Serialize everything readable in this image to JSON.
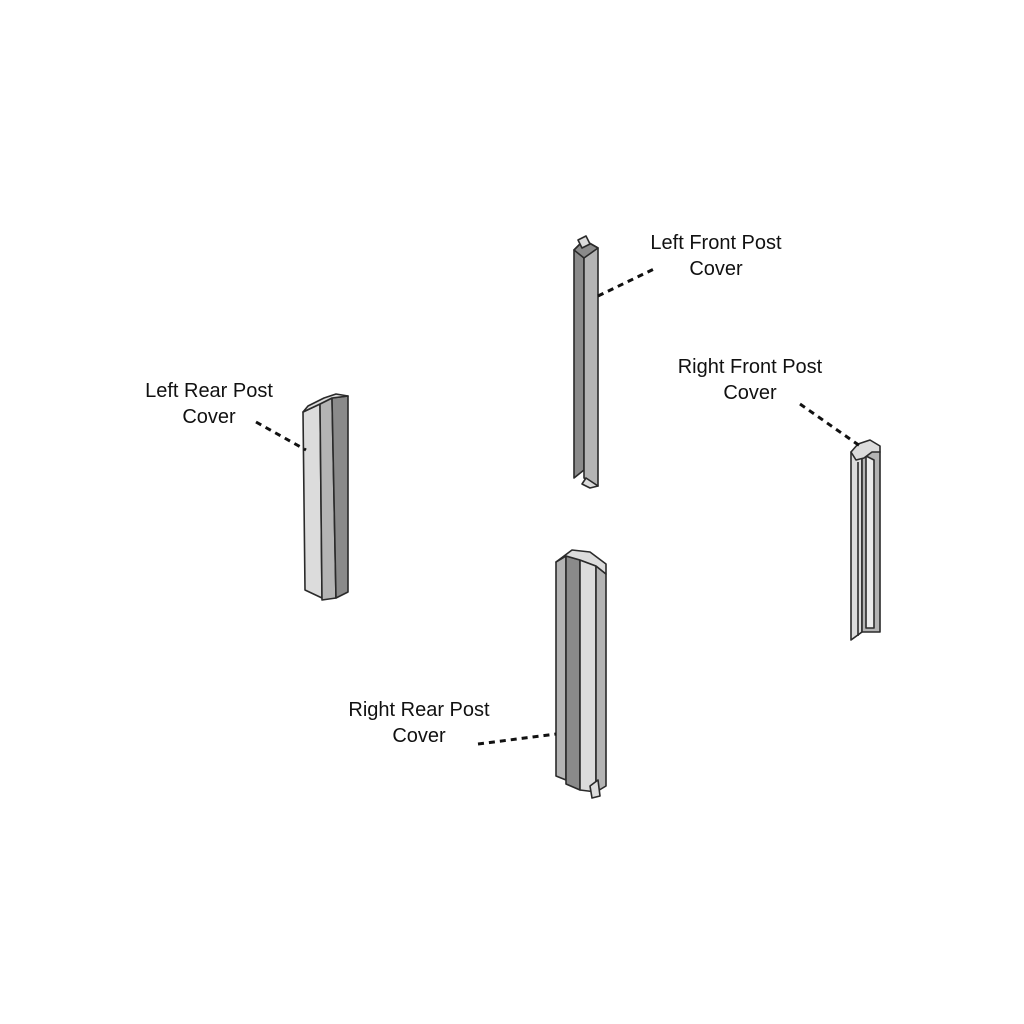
{
  "labels": {
    "left_front": {
      "line1": "Left Front Post",
      "line2": "Cover"
    },
    "right_front": {
      "line1": "Right Front Post",
      "line2": "Cover"
    },
    "left_rear": {
      "line1": "Left Rear Post",
      "line2": "Cover"
    },
    "right_rear": {
      "line1": "Right Rear Post",
      "line2": "Cover"
    }
  },
  "colors": {
    "ink": "#111111",
    "light_face": "#dcdcdc",
    "mid_face": "#b4b4b4",
    "dark_face": "#8a8a8a",
    "background": "#ffffff"
  }
}
